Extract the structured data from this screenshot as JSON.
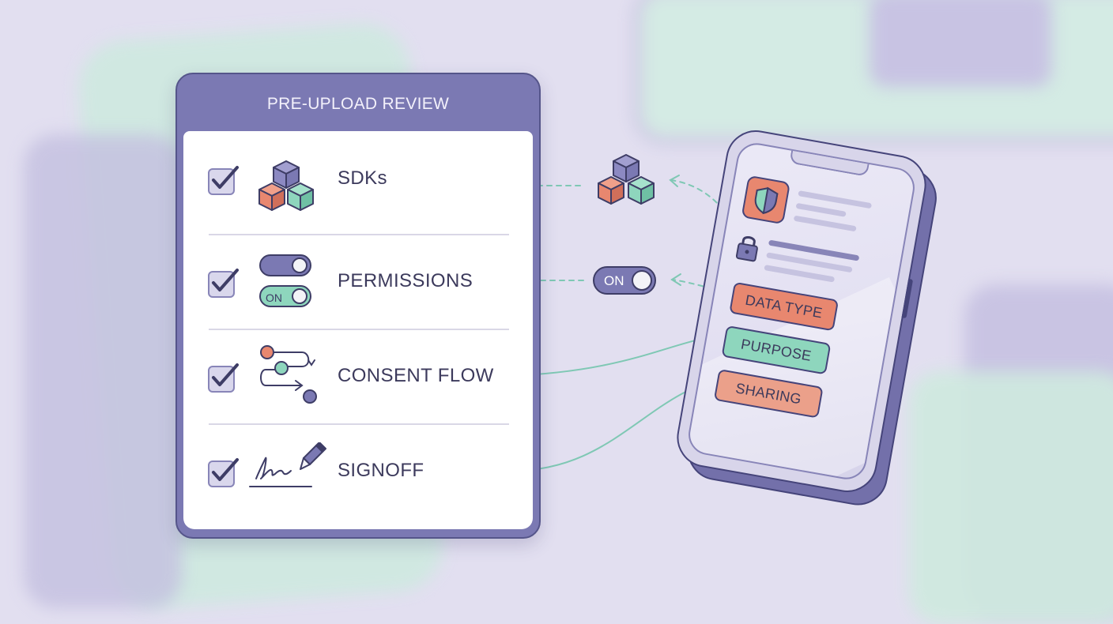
{
  "review_card": {
    "title": "PRE-UPLOAD REVIEW",
    "items": [
      {
        "label": "SDKs",
        "checked": true,
        "icon": "cubes-icon"
      },
      {
        "label": "PERMISSIONS",
        "checked": true,
        "icon": "toggles-icon",
        "toggle_text": "ON"
      },
      {
        "label": "CONSENT FLOW",
        "checked": true,
        "icon": "flow-icon"
      },
      {
        "label": "SIGNOFF",
        "checked": true,
        "icon": "signature-pen-icon"
      }
    ]
  },
  "middle_toggle": {
    "text": "ON"
  },
  "phone": {
    "tags": [
      {
        "label": "DATA TYPE",
        "color": "#e8876f"
      },
      {
        "label": "PURPOSE",
        "color": "#8ed6bd"
      },
      {
        "label": "SHARING",
        "color": "#eba08a"
      }
    ]
  },
  "colors": {
    "accent": "#7b79b3",
    "outline": "#3e3d66",
    "coral": "#e8876f",
    "mint": "#8ed6bd",
    "connector": "#7fc8b4"
  }
}
